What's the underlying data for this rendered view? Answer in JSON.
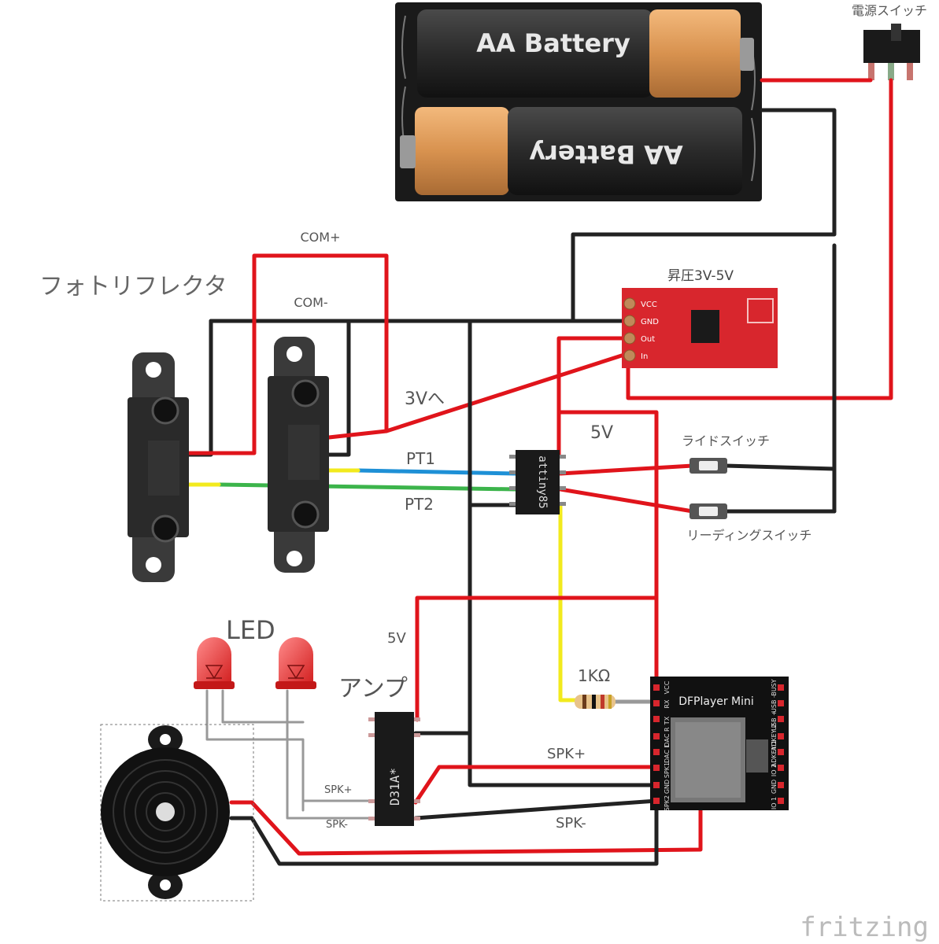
{
  "labels": {
    "battery_top": "AA Battery",
    "battery_bottom": "AA Battery",
    "power_switch": "電源スイッチ",
    "boost": "昇圧3V-5V",
    "boost_pins": [
      "VCC",
      "GND",
      "Out",
      "In"
    ],
    "com_plus": "COM+",
    "com_minus": "COM-",
    "photoreflector": "フォトリフレクタ",
    "to_3v": "3Vへ",
    "pt1": "PT1",
    "pt2": "PT2",
    "mcu": "attiny85",
    "v5_upper": "5V",
    "ride_switch": "ライドスイッチ",
    "reading_switch": "リーディングスイッチ",
    "led": "LED",
    "v5_lower": "5V",
    "amp": "アンプ",
    "amp_chip": "D31A*",
    "resistor": "1KΩ",
    "dfplayer": "DFPlayer Mini",
    "df_left_pins": [
      "VCC",
      "RX",
      "TX",
      "DAC R",
      "DAC L",
      "SPK1",
      "GND",
      "SPK2"
    ],
    "df_right_pins": [
      "BUSY",
      "USB -",
      "USB +",
      "ADKEY 2",
      "ADKEY 1",
      "IO 2",
      "GND",
      "IO 1"
    ],
    "spk_plus_amp": "SPK+",
    "spk_minus_amp": "SPK-",
    "spk_plus": "SPK+",
    "spk_minus": "SPK-",
    "brand": "fritzing"
  },
  "colors": {
    "wire_red": "#e0141b",
    "wire_black": "#222222",
    "wire_yellow": "#f2ea1d",
    "wire_green": "#3cb44b",
    "wire_blue": "#1e90d6",
    "wire_gray": "#999999",
    "board_red": "#d8262d",
    "label_gray": "#555555"
  }
}
